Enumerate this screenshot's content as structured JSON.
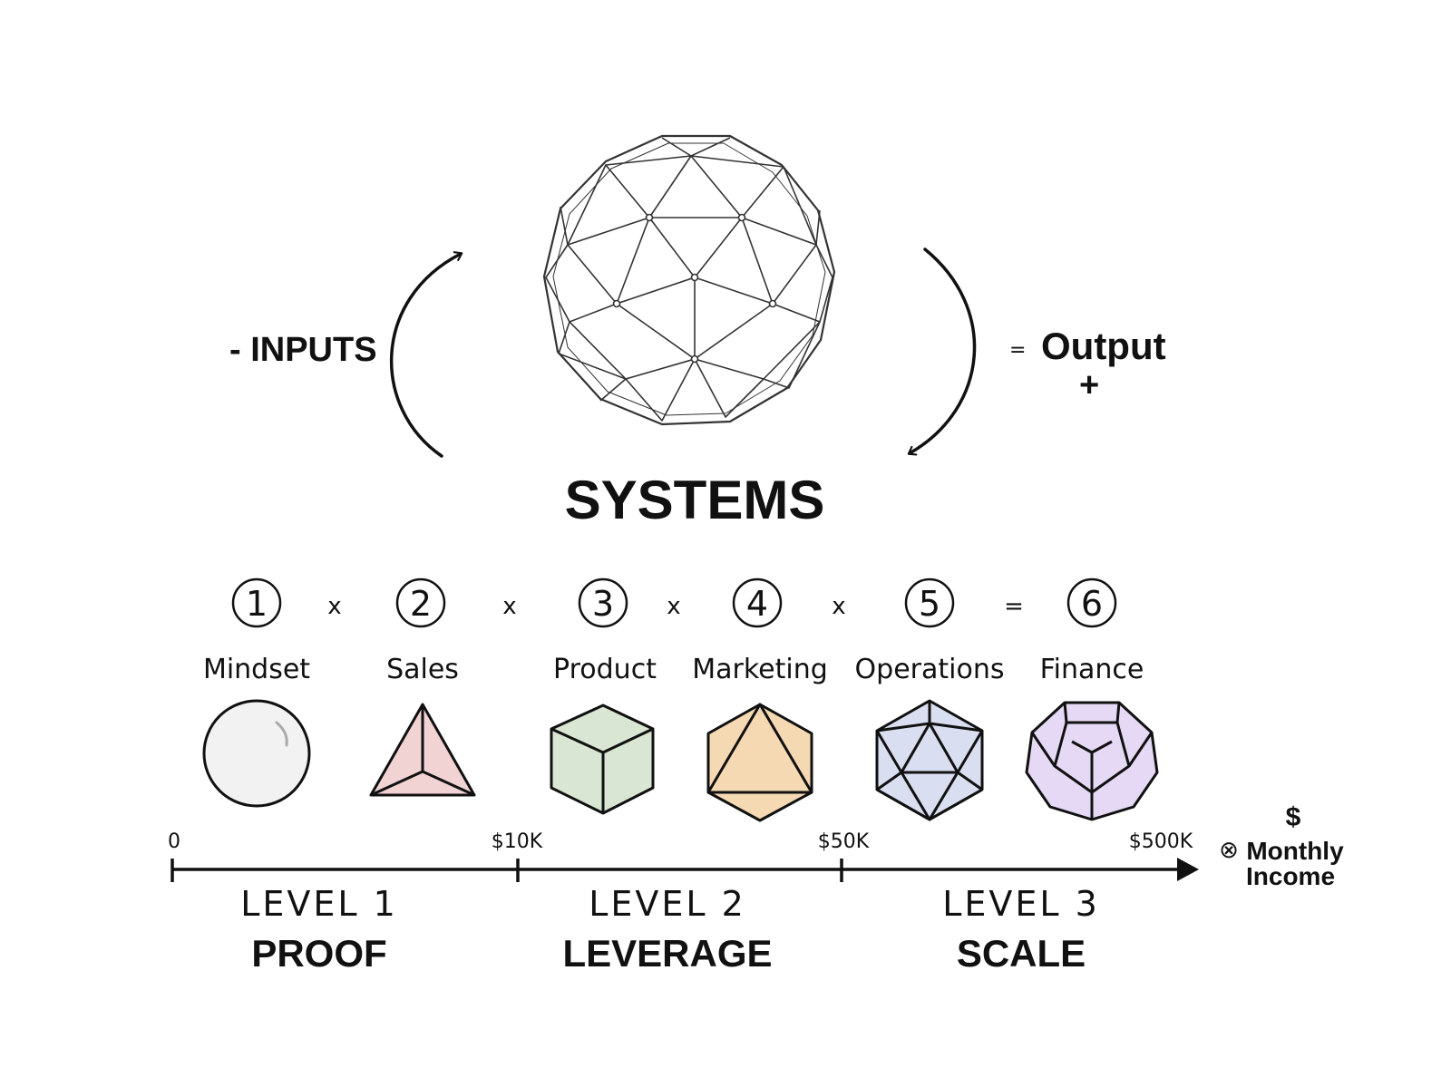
{
  "top": {
    "center_label": "SYSTEMS",
    "left_label": "- INPUTS",
    "right_eq": "=",
    "right_label": "Output",
    "right_plus": "+"
  },
  "equation": {
    "operators": [
      "x",
      "x",
      "x",
      "x",
      "="
    ],
    "items": [
      {
        "number": "1",
        "label": "Mindset",
        "shape": "sphere-icon",
        "color": "#f2f2f2"
      },
      {
        "number": "2",
        "label": "Sales",
        "shape": "tetrahedron-icon",
        "color": "#f2d3d3"
      },
      {
        "number": "3",
        "label": "Product",
        "shape": "cube-icon",
        "color": "#d9e6d3"
      },
      {
        "number": "4",
        "label": "Marketing",
        "shape": "octahedron-icon",
        "color": "#f5d9b3"
      },
      {
        "number": "5",
        "label": "Operations",
        "shape": "icosahedron-icon",
        "color": "#d9dff0"
      },
      {
        "number": "6",
        "label": "Finance",
        "shape": "dodecahedron-icon",
        "color": "#e6d9f5"
      }
    ]
  },
  "axis": {
    "ticks": [
      "0",
      "$10K",
      "$50K",
      "$500K"
    ],
    "unit_symbol": "$",
    "unit_marker": "⊗",
    "unit_line1": "Monthly",
    "unit_line2": "Income"
  },
  "levels": [
    {
      "level": "LEVEL 1",
      "name": "PROOF"
    },
    {
      "level": "LEVEL 2",
      "name": "LEVERAGE"
    },
    {
      "level": "LEVEL 3",
      "name": "SCALE"
    }
  ]
}
